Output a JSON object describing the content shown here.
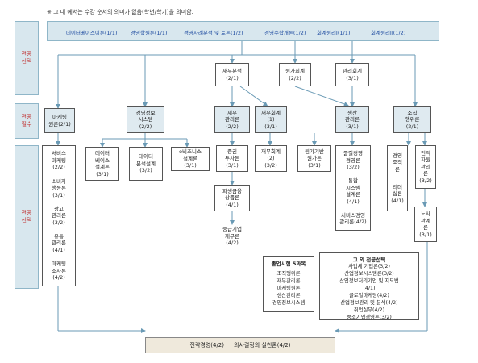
{
  "note": "※ 그 내 에서는 수강 순서의 의미가 없음(학년/학기)을 의미함.",
  "side_labels": {
    "intro": "전공\n선택",
    "required": "전공\n필수",
    "elective": "전공\n선택"
  },
  "top_courses": [
    "데이터베이스이론(1/1)",
    "경영학원론(1/1)",
    "경영사례분석 및 토론(1/2)",
    "경영수학개론(1/2)",
    "회계원리I(1/1)",
    "회계원리II(1/2)"
  ],
  "level2": {
    "finance_stat": "재무분석\n(2/1)",
    "cost_acct": "원가회계\n(2/2)",
    "mgmt_acct": "관리회계\n(3/1)"
  },
  "required": {
    "marketing": "마케팅\n원론(2/1)",
    "mis": "경영정보\n시스템\n(2/2)",
    "finance": "재무\n관리론\n(2/2)",
    "fin_acct": "재무회계\n(1)\n(3/1)",
    "production": "생산\n관리론\n(3/1)",
    "org": "조직\n행위론\n(2/1)"
  },
  "electives": {
    "marketing_list": [
      "서비스\n마케팅\n(2/2)",
      "소비자\n행동론\n(3/1)",
      "광고\n관리론\n(3/2)",
      "유통\n관리론\n(4/1)",
      "마케팅\n조사론\n(4/2)"
    ],
    "db_design": "데이터\n베이스\n설계론\n(3/1)",
    "system_design": "데이터\n분석설계\n(3/2)",
    "ebiz": "e비즈니스\n설계론\n(3/1)",
    "invest": "증권\n투자론\n(3/1)",
    "derivatives": "파생금융\n상품론\n(4/1)",
    "corp_fin": "중급기업\n재무론\n(4/2)",
    "fin_acct2": "재무회계\n(2)\n(3/2)",
    "cost_eng": "원가기반\n원가론\n(3/1)",
    "ops_list": [
      "품질경영\n경영론\n(3/2)",
      "통합\n시스템\n설계론\n(4/1)",
      "서비스경영\n관리론(4/2)"
    ],
    "hr_list": [
      "경영\n조직\n론",
      "리더\n십론\n(4/1)"
    ],
    "hrm": "인적\n자원\n관리\n론\n(3/2)",
    "labor": "노사\n관계\n론\n(3/1)"
  },
  "group_left": {
    "title": "졸업시험 5과목",
    "items": [
      "조직행위론",
      "재무관리론",
      "마케팅원론",
      "생산관리론",
      "경영정보시스템"
    ]
  },
  "group_right": {
    "title": "그 외 전공선택",
    "items": [
      "사업체 기업론(3/2)",
      "산업정보시스템론(3/2)",
      "산업정보처리기업 및 지도법",
      "(4/1)",
      "글로벌마케팅(4/2)",
      "산업정보관리 및 분석(4/2)",
      "취업실무(4/2)",
      "중소기업경영론(3/2)"
    ]
  },
  "bottom": [
    "전략경영(4/2)",
    "의사결정의 실천론(4/2)"
  ],
  "colors": {
    "band": "#d8e7ee",
    "arrow": "#6a9ab5",
    "side_text": "#c03030",
    "course_text": "#1e4ba0"
  }
}
